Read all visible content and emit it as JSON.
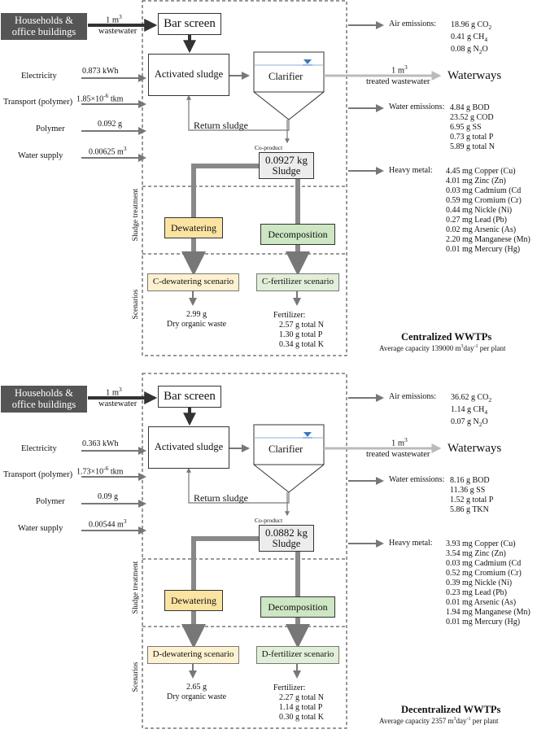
{
  "panels": [
    {
      "id": "centralized",
      "source": "Households &\noffice buildings",
      "wastewater_amount": "1 m",
      "wastewater_sup": "3",
      "wastewater_label": "wastewater",
      "bar_screen": "Bar screen",
      "activated_sludge": "Activated sludge",
      "clarifier": "Clarifier",
      "return_sludge": "Return sludge",
      "co_product": "Co-product",
      "sludge_amount": "0.0927 kg",
      "sludge_label": "Sludge",
      "dewatering": "Dewatering",
      "decomposition": "Decomposition",
      "sludge_treatment": "Sludge treatment",
      "scenarios_label": "Scenarios",
      "scenario_a": "C-dewatering scenario",
      "scenario_b": "C-fertilizer scenario",
      "dry_waste_amount": "2.99 g",
      "dry_waste_label": "Dry organic waste",
      "fertilizer_label": "Fertilizer:",
      "fertilizer": [
        "2.57 g total N",
        "1.30 g total P",
        "0.34 g total K"
      ],
      "inputs": [
        {
          "name": "Electricity",
          "value": "0.873 kWh"
        },
        {
          "name": "Transport (polymer)",
          "value": "1.85×10",
          "sup": "-6",
          "unit": " tkm"
        },
        {
          "name": "Polymer",
          "value": "0.092 g"
        },
        {
          "name": "Water supply",
          "value": "0.00625 m",
          "sup": "3"
        }
      ],
      "treated_amount": "1 m",
      "treated_sup": "3",
      "treated_label": "treated wastewater",
      "waterways": "Waterways",
      "air_label": "Air emissions:",
      "air": [
        {
          "v": "18.96 g CO",
          "sub": "2"
        },
        {
          "v": "0.41 g CH",
          "sub": "4"
        },
        {
          "v": "0.08 g N",
          "sub": "2",
          "after": "O"
        }
      ],
      "water_label": "Water emissions:",
      "water": [
        "4.84 g BOD",
        "23.52 g COD",
        "6.95 g SS",
        "0.73 g total P",
        "5.89 g total N"
      ],
      "metal_label": "Heavy metal:",
      "metals": [
        "4.45 mg Copper (Cu)",
        "4.01 mg Zinc (Zn)",
        "0.03 mg Cadmium (Cd",
        "0.59 mg Cromium (Cr)",
        "0.44 mg Nickle (Ni)",
        "0.27 mg Lead (Pb)",
        "0.02 mg Arsenic (As)",
        "2.20 mg Manganese (Mn)",
        "0.01 mg Mercury (Hg)"
      ],
      "title": "Centralized WWTPs",
      "caption_pre": "Average capacity 139000 m",
      "caption_sup1": "3",
      "caption_mid": "day",
      "caption_sup2": "-1",
      "caption_post": " per plant"
    },
    {
      "id": "decentralized",
      "source": "Households &\noffice buildings",
      "wastewater_amount": "1 m",
      "wastewater_sup": "3",
      "wastewater_label": "wastewater",
      "bar_screen": "Bar screen",
      "activated_sludge": "Activated sludge",
      "clarifier": "Clarifier",
      "return_sludge": "Return sludge",
      "co_product": "Co-product",
      "sludge_amount": "0.0882 kg",
      "sludge_label": "Sludge",
      "dewatering": "Dewatering",
      "decomposition": "Decomposition",
      "sludge_treatment": "Sludge treatment",
      "scenarios_label": "Scenarios",
      "scenario_a": "D-dewatering scenario",
      "scenario_b": "D-fertilizer scenario",
      "dry_waste_amount": "2.65 g",
      "dry_waste_label": "Dry organic waste",
      "fertilizer_label": "Fertilizer:",
      "fertilizer": [
        "2.27 g total N",
        "1.14 g total P",
        "0.30 g total K"
      ],
      "inputs": [
        {
          "name": "Electricity",
          "value": "0.363 kWh"
        },
        {
          "name": "Transport (polymer)",
          "value": "1.73×10",
          "sup": "-6",
          "unit": " tkm"
        },
        {
          "name": "Polymer",
          "value": "0.09 g"
        },
        {
          "name": "Water supply",
          "value": "0.00544 m",
          "sup": "3"
        }
      ],
      "treated_amount": "1 m",
      "treated_sup": "3",
      "treated_label": "treated wastewater",
      "waterways": "Waterways",
      "air_label": "Air emissions:",
      "air": [
        {
          "v": "36.62 g CO",
          "sub": "2"
        },
        {
          "v": "1.14 g CH",
          "sub": "4"
        },
        {
          "v": "0.07 g N",
          "sub": "2",
          "after": "O"
        }
      ],
      "water_label": "Water emissions:",
      "water": [
        "8.16 g BOD",
        "11.36 g SS",
        "1.52 g total P",
        "5.86 g TKN"
      ],
      "metal_label": "Heavy metal:",
      "metals": [
        "3.93 mg Copper (Cu)",
        "3.54 mg Zinc (Zn)",
        "0.03 mg Cadmium (Cd",
        "0.52 mg Cromium (Cr)",
        "0.39 mg Nickle (Ni)",
        "0.23 mg Lead (Pb)",
        "0.01 mg Arsenic (As)",
        "1.94 mg Manganese (Mn)",
        "0.01 mg Mercury (Hg)"
      ],
      "title": "Decentralized WWTPs",
      "caption_pre": "Average capacity 2357 m",
      "caption_sup1": "3",
      "caption_mid": "day",
      "caption_sup2": "-1",
      "caption_post": " per plant"
    }
  ],
  "colors": {
    "source_box": "#555555",
    "dewatering": "#fbe3a2",
    "decomposition": "#cde6c3",
    "arrow": "#777777",
    "treated_arrow": "#bbbbbb"
  }
}
